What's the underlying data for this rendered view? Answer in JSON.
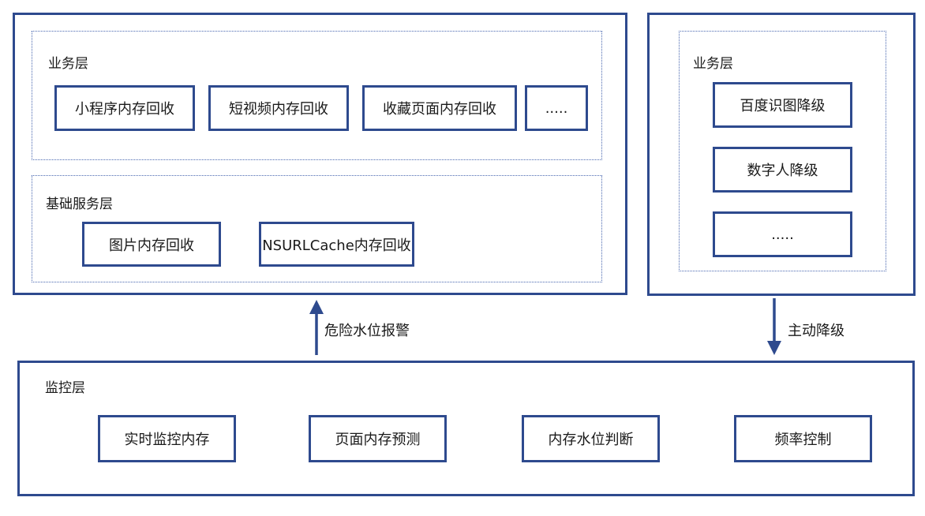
{
  "colors": {
    "border": "#2e4a8e",
    "dotted": "#4a68b0",
    "arrow": "#2e4a8e",
    "text": "#1a1a1a"
  },
  "left_panel": {
    "business_layer": {
      "label": "业务层",
      "items": [
        "小程序内存回收",
        "短视频内存回收",
        "收藏页面内存回收",
        "....."
      ]
    },
    "base_service_layer": {
      "label": "基础服务层",
      "items": [
        "图片内存回收",
        "NSURLCache内存回收"
      ]
    }
  },
  "right_panel": {
    "business_layer": {
      "label": "业务层",
      "items": [
        "百度识图降级",
        "数字人降级",
        "....."
      ]
    }
  },
  "arrows": {
    "up_label": "危险水位报警",
    "down_label": "主动降级"
  },
  "monitor_layer": {
    "label": "监控层",
    "items": [
      "实时监控内存",
      "页面内存预测",
      "内存水位判断",
      "频率控制"
    ]
  }
}
